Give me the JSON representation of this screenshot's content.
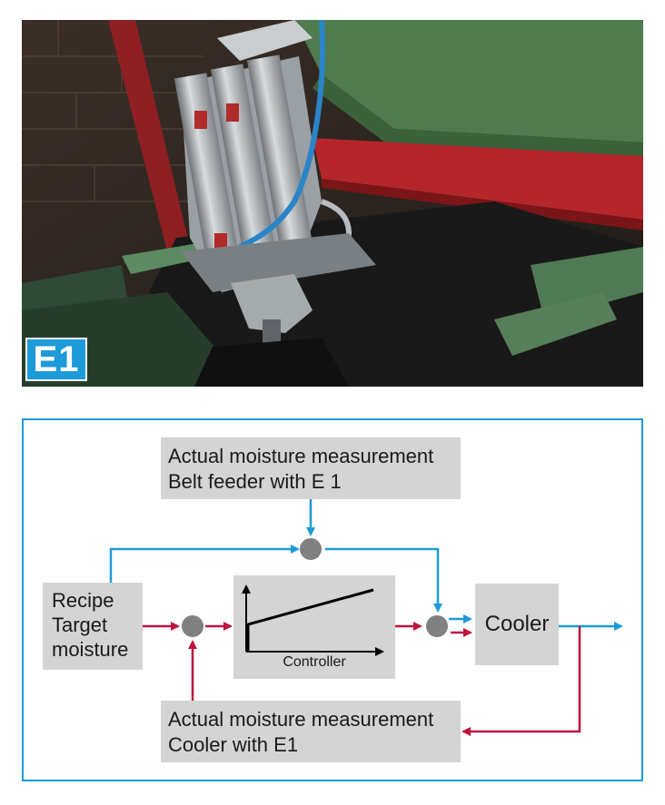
{
  "photo": {
    "badge": "E1"
  },
  "diagram": {
    "top_box": {
      "line1": "Actual moisture measurement",
      "line2": "Belt feeder with E 1"
    },
    "bottom_box": {
      "line1": "Actual moisture measurement",
      "line2": "Cooler with E1"
    },
    "recipe_box": {
      "line1": "Recipe",
      "line2": "Target",
      "line3": "moisture"
    },
    "cooler_box": {
      "label": "Cooler"
    },
    "controller": {
      "label": "Controller"
    },
    "colors": {
      "blue": "#1d9ad8",
      "red": "#c0143c",
      "node": "#808080",
      "box": "#d4d4d4"
    }
  }
}
